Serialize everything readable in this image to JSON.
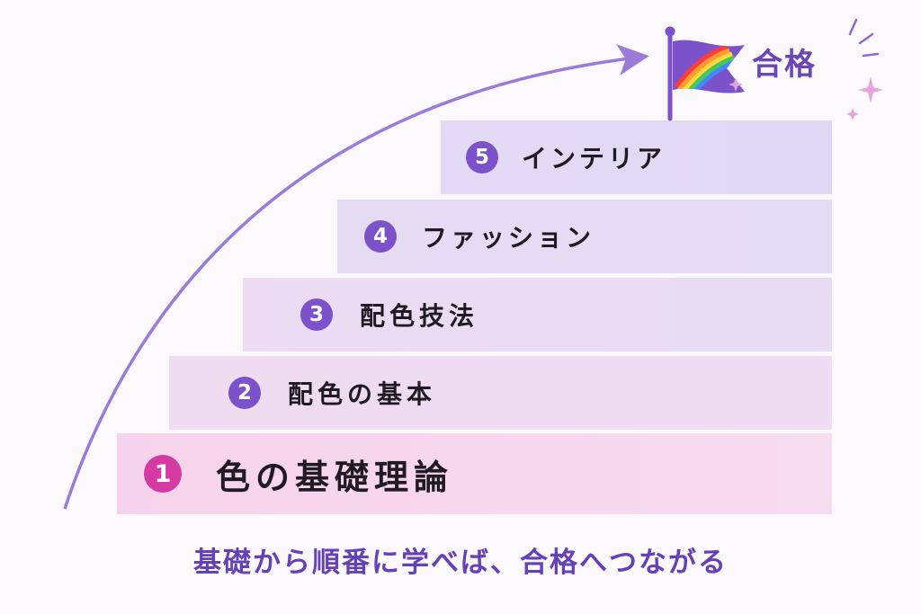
{
  "steps": [
    {
      "number": "1",
      "label": "色の基礎理論"
    },
    {
      "number": "2",
      "label": "配色の基本"
    },
    {
      "number": "3",
      "label": "配色技法"
    },
    {
      "number": "4",
      "label": "ファッション"
    },
    {
      "number": "5",
      "label": "インテリア"
    }
  ],
  "goal": {
    "label": "合格"
  },
  "caption": "基礎から順番に学べば、合格へつながる",
  "colors": {
    "accent": "#7b52c9",
    "step1_badge": "#d43aa2",
    "arrow": "#9b7ad8",
    "text": "#1f1a24",
    "caption": "#6541b6"
  },
  "icons": [
    "growth-arrow",
    "goal-flag-icon",
    "sparkle-icon",
    "burst-lines-icon"
  ]
}
